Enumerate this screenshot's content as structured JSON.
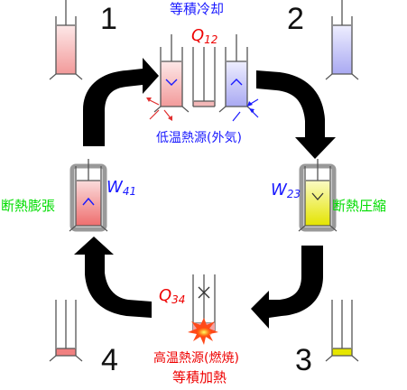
{
  "states": {
    "s1": "1",
    "s2": "2",
    "s3": "3",
    "s4": "4"
  },
  "processes": {
    "isochoric_cooling": "等積冷却",
    "adiabatic_compression": "断熱圧縮",
    "isochoric_heating": "等積加熱",
    "adiabatic_expansion": "断熱膨張"
  },
  "heat_work": {
    "q12_main": "Q",
    "q12_sub": "12",
    "q34_main": "Q",
    "q34_sub": "34",
    "w23_main": "W",
    "w23_sub": "23",
    "w41_main": "W",
    "w41_sub": "41"
  },
  "reservoirs": {
    "low_temp": "低温熱源(外気)",
    "high_temp": "高温熱源(燃焼)"
  },
  "colors": {
    "label_blue": "#1a1aff",
    "label_green": "#00dd00",
    "label_red": "#ee0000",
    "gas_hot": "#f08080",
    "gas_cold": "#9999ff",
    "gas_compressed": "#e6e600",
    "arrow": "#000000"
  }
}
